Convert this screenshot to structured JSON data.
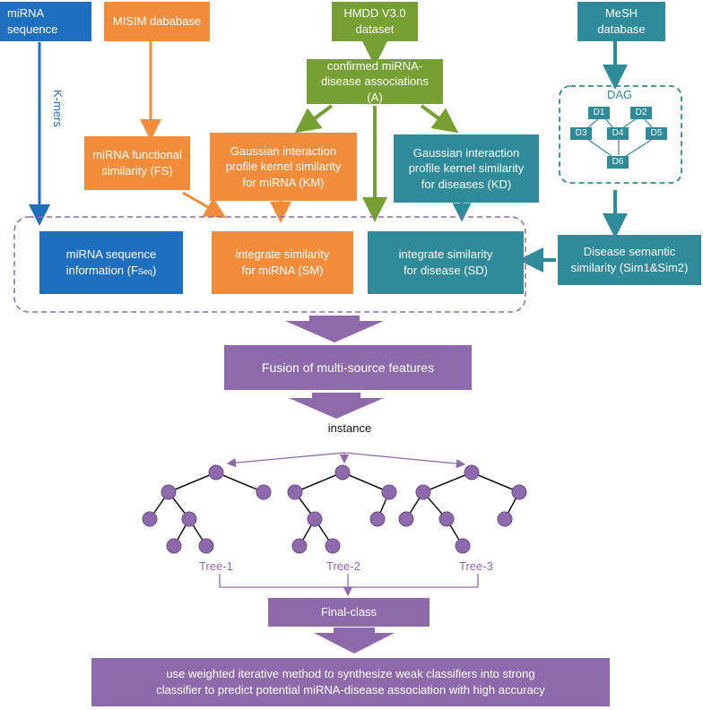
{
  "nodes": {
    "mirna_sequence": "miRNA\nsequence",
    "misim_database": "MISIM dababase",
    "hmdd_dataset": "HMDD V3.0\ndataset",
    "mesh_database": "MeSH\ndatabase",
    "confirmed_associations": "confirmed miRNA-\ndisease associations (A)",
    "mirna_functional_similarity": "miRNA functional\nsimilarity (FS)",
    "gip_mirna": "Gaussian interaction\nprofile kernel similarity\nfor miRNA (KM)",
    "gip_disease": "Gaussian interaction\nprofile kernel similarity\nfor diseases (KD)",
    "mirna_seq_info_main": "miRNA sequence\ninformation (F",
    "mirna_seq_info_sub": "Seq",
    "mirna_seq_info_end": ")",
    "integrate_mirna": "integrate similarity\nfor miRNA (SM)",
    "integrate_disease": "integrate similarity\nfor disease (SD)",
    "disease_semantic": "Disease semantic\nsimilarity (Sim1&Sim2)",
    "fusion": "Fusion of multi-source features",
    "final_class": "Final-class",
    "conclusion": "use weighted iterative method to synthesize weak classifiers into strong\nclassifier to predict potential miRNA-disease association with high accuracy"
  },
  "labels": {
    "kmers": "K-mers",
    "instance": "instance",
    "dag_title": "DAG",
    "dag_nodes": [
      "D1",
      "D2",
      "D3",
      "D4",
      "D5",
      "D6"
    ],
    "trees": [
      "Tree-1",
      "Tree-2",
      "Tree-3"
    ]
  },
  "colors": {
    "blue": "#1f6fc0",
    "orange": "#f08c3a",
    "green": "#76a033",
    "teal": "#2f8a9a",
    "purple": "#8e6aac",
    "dashed_border": "#8e6aac"
  }
}
